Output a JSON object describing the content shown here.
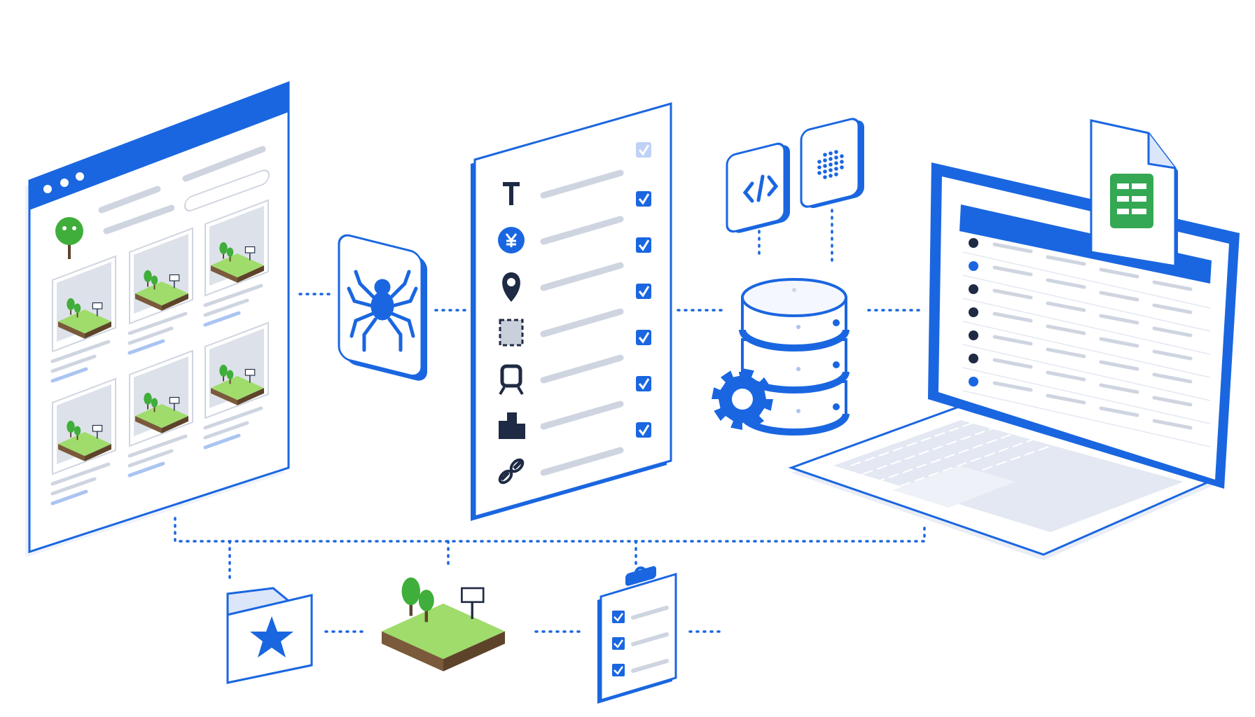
{
  "palette": {
    "accent": "#1a66e0",
    "accent_dark": "#1448b8",
    "navy": "#1f2a44",
    "light_blue": "#dbe6fb",
    "gray_line": "#cfd5e0",
    "grass": "#9fdc6c",
    "tree": "#3fae3a",
    "soil": "#7a5a3a",
    "sheets_green": "#34a853",
    "panel_fill": "#ffffff",
    "outline": "#1a66e0"
  },
  "icons": {
    "window_controls": [
      "dot",
      "dot",
      "dot"
    ],
    "scraper": "spider-icon",
    "field_types": [
      "text-icon",
      "yen-icon",
      "location-pin-icon",
      "selection-box-icon",
      "train-icon",
      "building-icon",
      "link-icon"
    ],
    "code": "code-brackets-icon",
    "cluster": "dot-cluster-icon",
    "storage": "database-icon",
    "process": "gear-icon",
    "export": "google-sheets-icon",
    "bottom_row": [
      "folder-star-icon",
      "land-plot-icon",
      "checklist-clipboard-icon"
    ]
  },
  "listing_count": 6,
  "checklist_rows": 7,
  "sheet_rows": 7,
  "clipboard_items": 3
}
